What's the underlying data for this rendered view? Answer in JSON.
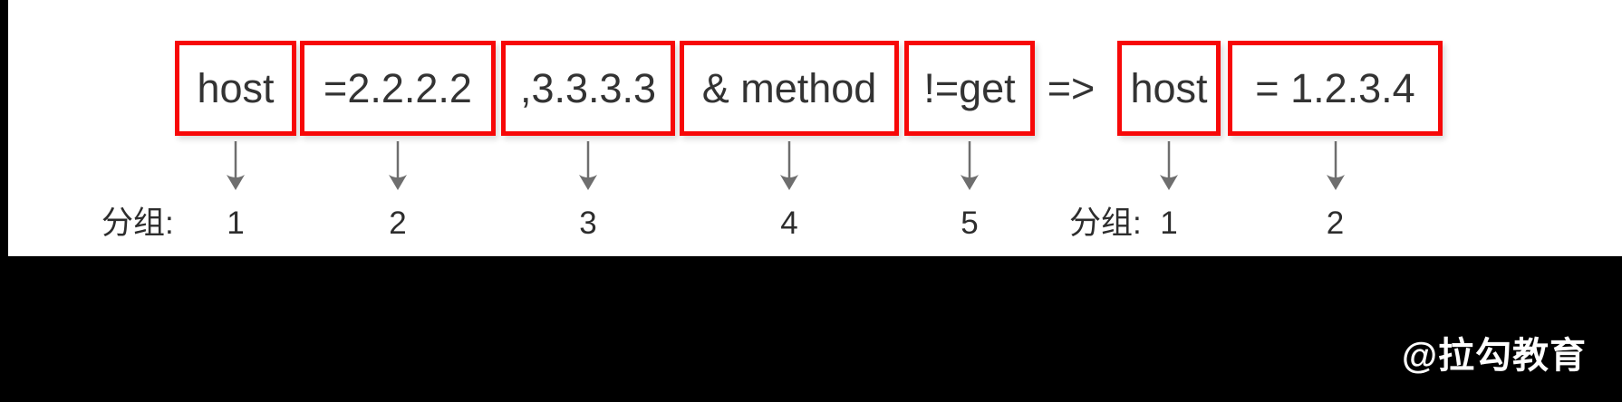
{
  "diagram": {
    "match_tokens": [
      {
        "label": "host",
        "group": "1"
      },
      {
        "label": "=2.2.2.2",
        "group": "2"
      },
      {
        "label": ",3.3.3.3",
        "group": "3"
      },
      {
        "label": "& method",
        "group": "4"
      },
      {
        "label": "!=get",
        "group": "5"
      }
    ],
    "operator": "=>",
    "action_tokens": [
      {
        "label": "host",
        "group": "1"
      },
      {
        "label": "= 1.2.3.4",
        "group": "2"
      }
    ],
    "left_group_label": "分组:",
    "right_group_label": "分组:"
  },
  "watermark": "@拉勾教育",
  "colors": {
    "box_border": "#f70808",
    "token_text": "#333333",
    "arrow": "#6e6e6e",
    "group_text": "#2d2d2d",
    "footer_background": "#000000",
    "watermark_text": "#ffffff"
  }
}
